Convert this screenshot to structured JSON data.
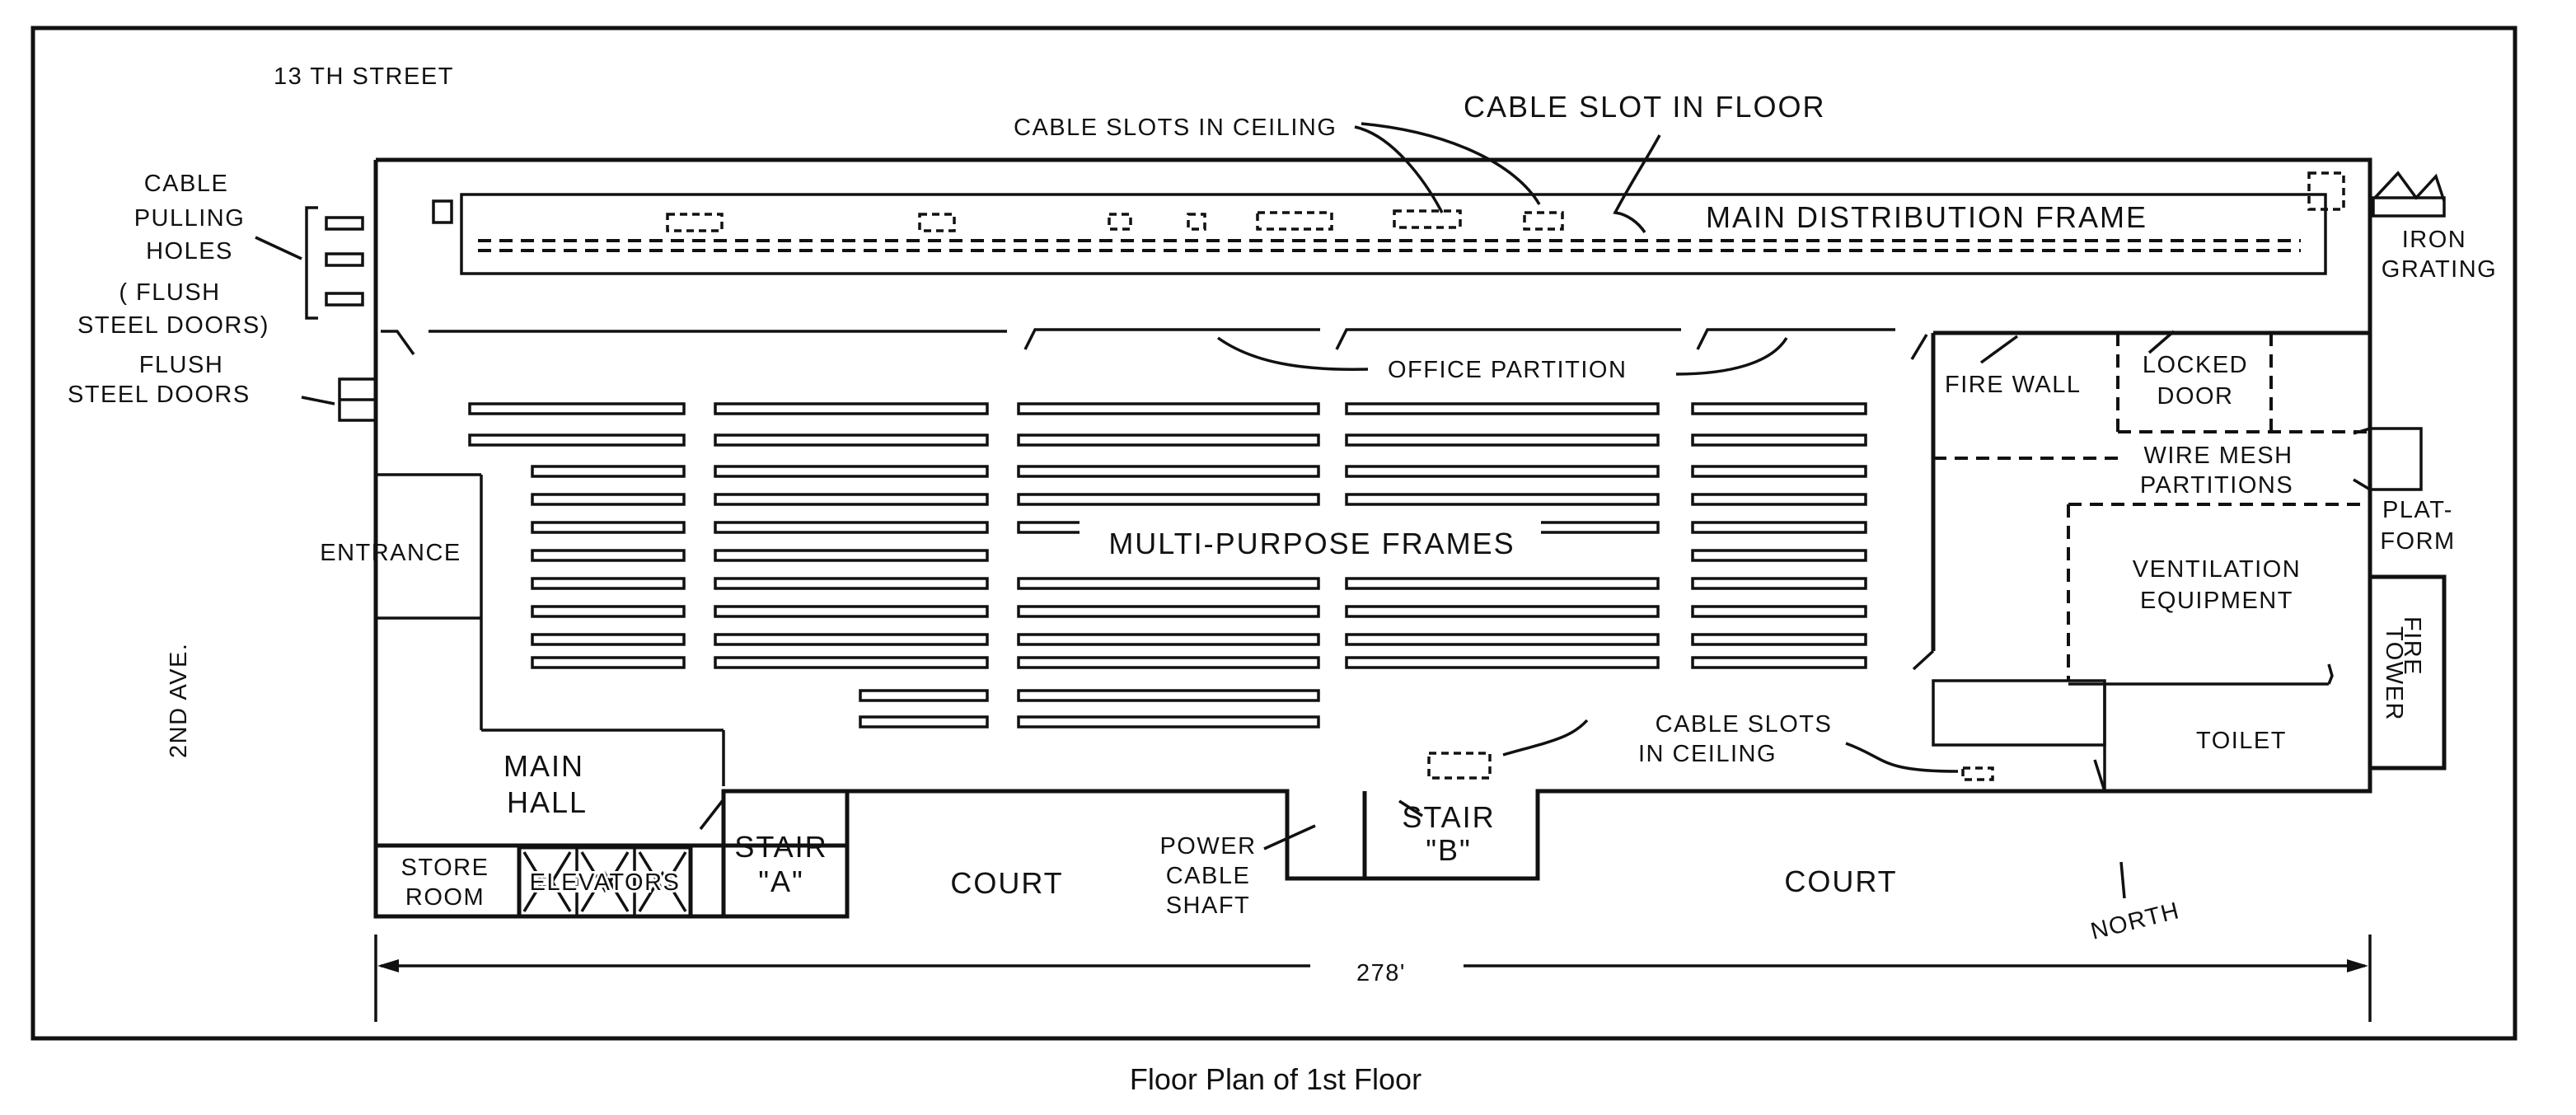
{
  "title": "Floor Plan of 1st Floor",
  "streets": {
    "top": "13 TH   STREET",
    "left": "2ND  AVE."
  },
  "labels": {
    "cable_slot_floor": "CABLE   SLOT   IN   FLOOR",
    "cable_slots_ceiling_top": "CABLE SLOTS IN CEILING",
    "main_distribution_frame": "MAIN  DISTRIBUTION  FRAME",
    "cable_pulling_holes": [
      "CABLE",
      "PULLING",
      "HOLES"
    ],
    "flush_doors_paren": [
      "( FLUSH",
      "STEEL  DOORS)"
    ],
    "flush_doors": [
      "FLUSH",
      "STEEL  DOORS"
    ],
    "iron_grating": [
      "IRON",
      "GRATING"
    ],
    "office_partition": "OFFICE   PARTITION",
    "fire_wall": "FIRE   WALL",
    "locked_door": [
      "LOCKED",
      "DOOR"
    ],
    "wire_mesh": [
      "WIRE   MESH",
      "PARTITIONS"
    ],
    "platform": [
      "PLAT-",
      "FORM"
    ],
    "entrance": "ENTRANCE",
    "multi_purpose_frames": "MULTI-PURPOSE FRAMES",
    "ventilation": [
      "VENTILATION",
      "EQUIPMENT"
    ],
    "fire_tower": [
      "FIRE",
      "TOWER"
    ],
    "cable_slots_ceiling_bottom": [
      "CABLE    SLOTS",
      "IN   CEILING"
    ],
    "toilet": "TOILET",
    "main_hall": [
      "MAIN",
      "HALL"
    ],
    "store_room": [
      "STORE",
      "ROOM"
    ],
    "elevators": "ELEVATORS",
    "stair_a": [
      "STAIR",
      "\"A\""
    ],
    "court_left": "COURT",
    "power_cable_shaft": [
      "POWER",
      "CABLE",
      "SHAFT"
    ],
    "stair_b": [
      "STAIR",
      "\"B\""
    ],
    "court_right": "COURT",
    "north": "NORTH",
    "dimension": "278'"
  }
}
